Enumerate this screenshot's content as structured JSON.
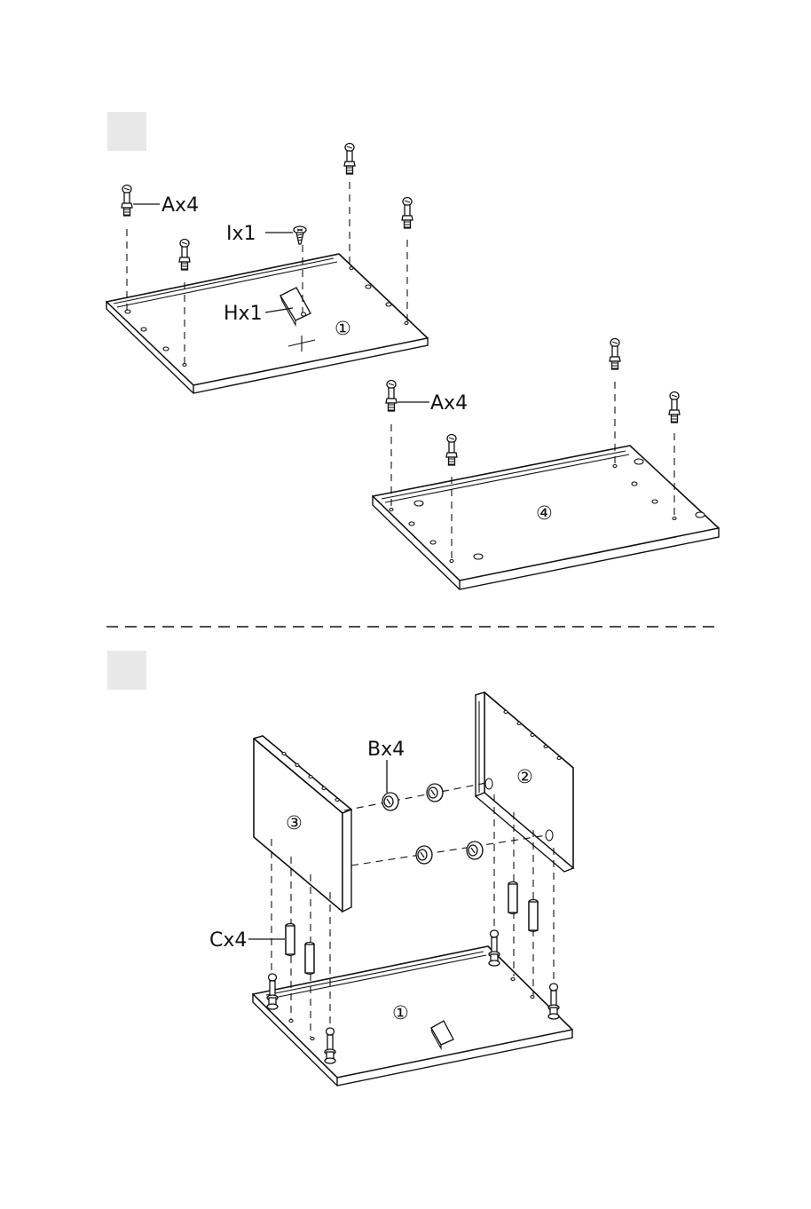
{
  "steps": {
    "step1": {
      "labels": {
        "a": "Ax4",
        "i": "Ix1",
        "h": "Hx1",
        "a2": "Ax4"
      },
      "panels": {
        "top_panel": "①",
        "bottom_panel": "④"
      }
    },
    "step2": {
      "labels": {
        "b": "Bx4",
        "c": "Cx4"
      },
      "panels": {
        "left_side": "③",
        "right_side": "②",
        "base": "①"
      }
    }
  }
}
